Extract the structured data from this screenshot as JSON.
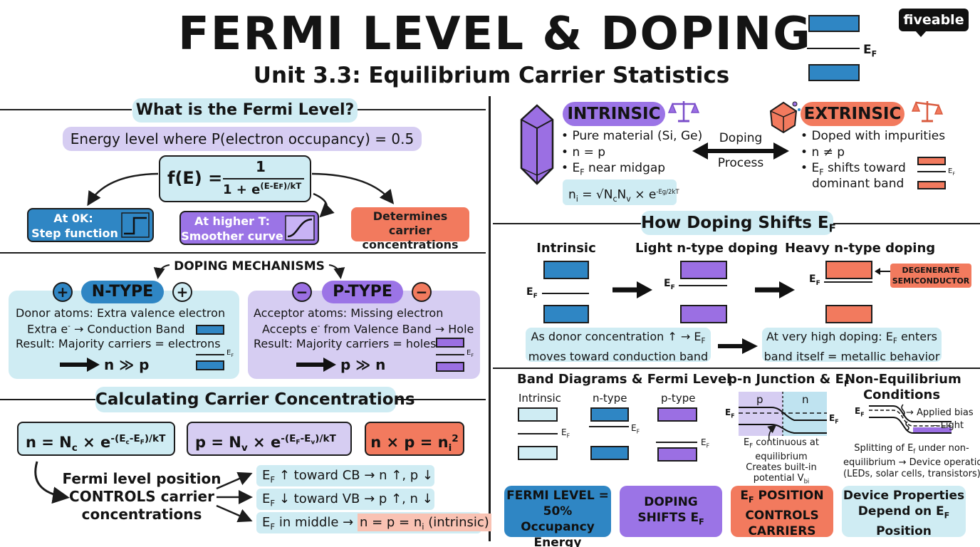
{
  "header": {
    "title": "FERMI LEVEL & DOPING",
    "subtitle": "Unit 3.3: Equilibrium Carrier Statistics",
    "logo": "fiveable",
    "ef_label": "E",
    "ef_sub": "F"
  },
  "fermi": {
    "heading": "What is the Fermi Level?",
    "definition": "Energy level where P(electron occupancy) = 0.5",
    "eq_lhs": "f(E) =",
    "eq_num": "1",
    "eq_den_base": "1 + e",
    "eq_den_exp": "(E-E",
    "eq_den_exp_sub": "F",
    "eq_den_exp_end": ")/kT",
    "ok_line1": "At 0K:",
    "ok_line2": "Step function",
    "hot_line1": "At higher T:",
    "hot_line2": "Smoother curve",
    "determines": "Determines carrier concentrations"
  },
  "doping": {
    "heading": "DOPING MECHANISMS",
    "ntype": {
      "title": "N-TYPE",
      "l1": "Donor atoms: Extra valence electron",
      "l2a": "Extra e",
      "l2b": "→ Conduction Band",
      "l3": "Result: Majority carriers = electrons",
      "result": "n ≫ p"
    },
    "ptype": {
      "title": "P-TYPE",
      "l1": "Acceptor atoms: Missing electron",
      "l2a": "Accepts e",
      "l2b": " from Valence Band → Hole",
      "l3": "Result: Majority carriers = holes",
      "result": "p ≫ n"
    }
  },
  "calc": {
    "heading": "Calculating Carrier Concentrations",
    "eq_n": "n = N",
    "eq_n_sub": "c",
    "eq_n_mid": " × e",
    "eq_n_exp": "-(E",
    "eq_n_exp_s1": "c",
    "eq_n_exp_m": "-E",
    "eq_n_exp_s2": "F",
    "eq_n_exp_end": ")/kT",
    "eq_p": "p = N",
    "eq_p_sub": "v",
    "eq_p_mid": " × e",
    "eq_p_exp": "-(E",
    "eq_p_exp_s1": "F",
    "eq_p_exp_m": "-E",
    "eq_p_exp_s2": "v",
    "eq_p_exp_end": ")/kT",
    "eq_np": "n × p = n",
    "eq_np_sub": "i",
    "eq_np_sup": "2",
    "controls_l1": "Fermi level position",
    "controls_l2": "CONTROLS carrier",
    "controls_l3": "concentrations",
    "r1": "E",
    "r1_sub": "F",
    "r1_text": " ↑ toward CB → n ↑, p ↓",
    "r2": "E",
    "r2_sub": "F",
    "r2_text": " ↓ toward VB → p ↑, n ↓",
    "r3": "E",
    "r3_sub": "F",
    "r3_text": " in middle → ",
    "r3_highlight": "n = p = n",
    "r3_highlight_sub": "i",
    "r3_end": " (intrinsic)"
  },
  "intrinsic": {
    "title": "INTRINSIC",
    "b1": "Pure material (Si, Ge)",
    "b2": "n = p",
    "b3": "E",
    "b3_sub": "F",
    "b3_end": " near midgap",
    "formula": "n",
    "formula_sub": "i",
    "formula_eq": " = √N",
    "formula_nc": "c",
    "formula_nv_base": "N",
    "formula_nv": "v",
    "formula_end": " × e",
    "formula_exp": "-Eg/2kT"
  },
  "process": {
    "l1": "Doping",
    "l2": "Process"
  },
  "extrinsic": {
    "title": "EXTRINSIC",
    "b1": "Doped with impurities",
    "b2": "n ≠ p",
    "b3": "E",
    "b3_sub": "F",
    "b3_end": " shifts toward",
    "b4": "dominant band"
  },
  "shift": {
    "heading": "How Doping Shifts E",
    "heading_sub": "F",
    "col1": "Intrinsic",
    "col2": "Light n-type doping",
    "col3": "Heavy n-type doping",
    "degenerate_l1": "DEGENERATE",
    "degenerate_l2": "SEMICONDUCTOR",
    "note1_l1a": "As donor concentration ↑ → E",
    "note1_sub": "F",
    "note1_l2": "moves toward conduction band",
    "note2_l1a": "At very high doping: E",
    "note2_sub": "F",
    "note2_l1b": " enters",
    "note2_l2": "band itself = metallic behavior"
  },
  "band_diag": {
    "heading": "Band Diagrams & Fermi Level",
    "c1": "Intrinsic",
    "c2": "n-type",
    "c3": "p-type"
  },
  "pn": {
    "heading": "p-n Junction & E",
    "heading_sub": "F",
    "p": "p",
    "n": "n",
    "n1a": "E",
    "n1_sub": "F",
    "n1b": " continuous at",
    "n2": "equilibrium",
    "n3": "Creates built-in",
    "n4a": "potential V",
    "n4_sub": "bi"
  },
  "noneq": {
    "heading_l1": "Non-Equilibrium",
    "heading_l2": "Conditions",
    "applied": "Applied bias",
    "light": "Light",
    "n1a": "Splitting of E",
    "n1_sub": "f",
    "n1b": " under non-",
    "n2": "equilibrium → Device operation",
    "n3": "(LEDs, solar cells, transistors)"
  },
  "summary": {
    "s1_l1": "FERMI LEVEL =",
    "s1_l2": "50% Occupancy",
    "s1_l3": "Energy",
    "s2_l1": "DOPING",
    "s2_l2a": "SHIFTS E",
    "s2_l2_sub": "F",
    "s3_l1a": "E",
    "s3_l1_sub": "F",
    "s3_l1b": " POSITION",
    "s3_l2": "CONTROLS",
    "s3_l3": "CARRIERS",
    "s4_l1": "Device Properties",
    "s4_l2a": "Depend on E",
    "s4_l2_sub": "F",
    "s4_l3": "Position"
  },
  "colors": {
    "blue": "#2f86c4",
    "purple": "#9b6fe3",
    "orange": "#f27a5e",
    "cyan": "#cfecf3",
    "lavender": "#d6cdf2"
  }
}
